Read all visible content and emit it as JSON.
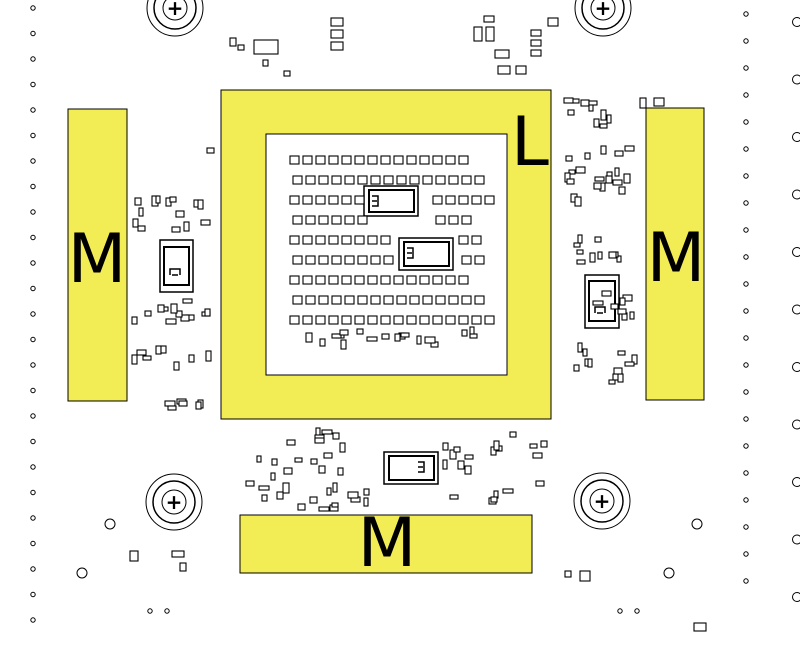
{
  "diagram": {
    "highlight_color": "#F2EC55",
    "line_color": "#000000",
    "background": "#FFFFFF",
    "regions": [
      {
        "id": "left-module",
        "label": "M"
      },
      {
        "id": "center-frame",
        "label": "L"
      },
      {
        "id": "right-module",
        "label": "M"
      },
      {
        "id": "bottom-module",
        "label": "M"
      }
    ],
    "mounting_holes": [
      {
        "id": "top-left",
        "symbol": "+"
      },
      {
        "id": "top-right",
        "symbol": "+"
      },
      {
        "id": "bottom-left",
        "symbol": "+"
      },
      {
        "id": "bottom-right",
        "symbol": "+"
      }
    ]
  }
}
